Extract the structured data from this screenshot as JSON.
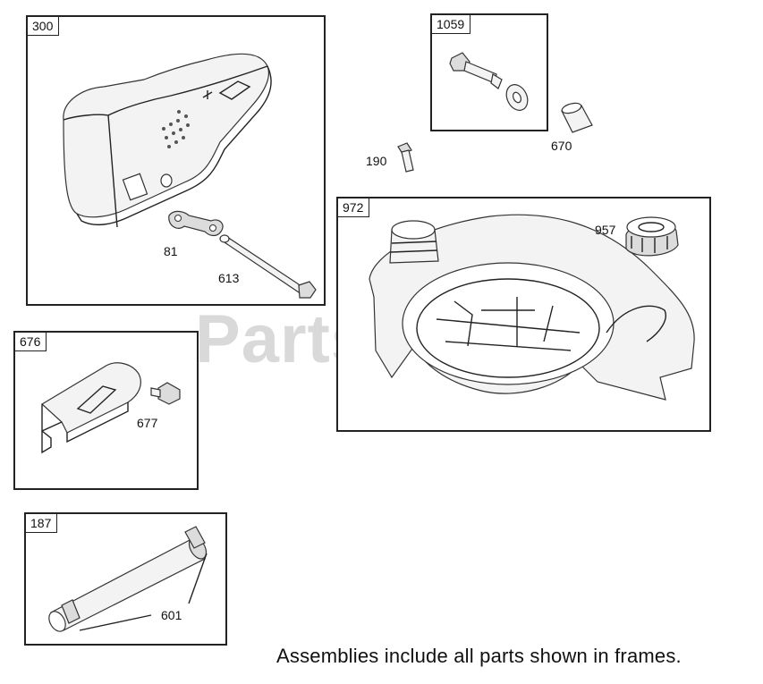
{
  "frames": {
    "muffler": {
      "tag": "300"
    },
    "muffler_screw": {
      "tag": "1059"
    },
    "fuel_tank": {
      "tag": "972"
    },
    "deflector": {
      "tag": "676"
    },
    "tube": {
      "tag": "187"
    }
  },
  "callouts": {
    "gasket": "81",
    "stud": "613",
    "bolt_small": "190",
    "spacer": "670",
    "fuel_cap": "957",
    "screw": "677",
    "tube_part": "601"
  },
  "watermark": "PartsTree",
  "watermark_tm": "™",
  "footer_note": "Assemblies include all parts shown in frames."
}
